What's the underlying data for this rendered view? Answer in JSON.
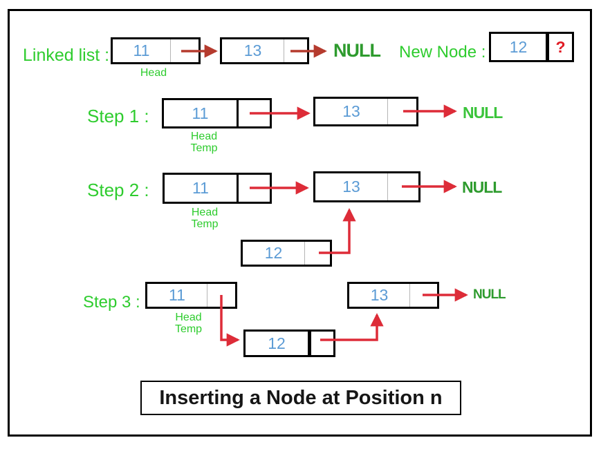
{
  "colors": {
    "value_blue": "#5b9bd5",
    "label_green": "#2ecc2e",
    "null_green": "#2e9b2e",
    "null_green_bright": "#3bc43b",
    "arrow_red": "#dd2c38",
    "arrow_brick": "#b53b2e",
    "question_red": "#e01b24",
    "ink": "#000000"
  },
  "intro": {
    "label": "Linked list :",
    "node1_value": "11",
    "node2_value": "13",
    "head_label": "Head",
    "null_label": "NULL",
    "new_node_label": "New Node :",
    "new_node_value": "12",
    "new_node_pointer": "?"
  },
  "step1": {
    "label": "Step 1 :",
    "node1_value": "11",
    "node2_value": "13",
    "head_label": "Head",
    "temp_label": "Temp",
    "null_label": "NULL"
  },
  "step2": {
    "label": "Step 2 :",
    "node1_value": "11",
    "node2_value": "13",
    "node3_value": "12",
    "head_label": "Head",
    "temp_label": "Temp",
    "null_label": "NULL"
  },
  "step3": {
    "label": "Step 3 :",
    "node1_value": "11",
    "node2_value": "12",
    "node3_value": "13",
    "head_label": "Head",
    "temp_label": "Temp",
    "null_label": "NULL"
  },
  "title": "Inserting a Node at Position n"
}
